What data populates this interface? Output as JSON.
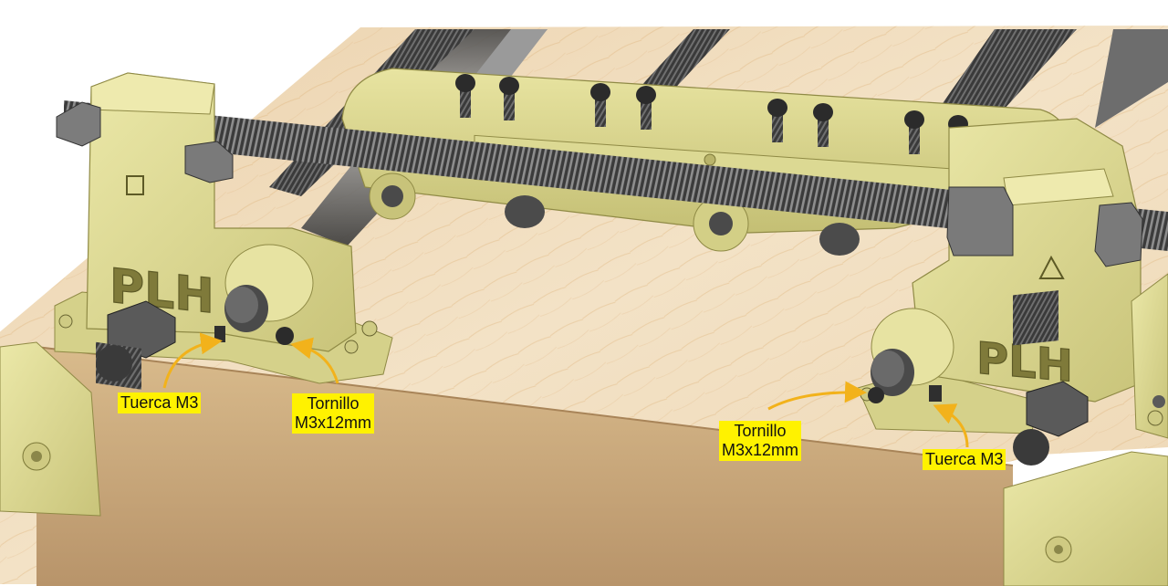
{
  "colors": {
    "background": "#ffffff",
    "wood_top": "#f0dcbb",
    "wood_side": "#c8a678",
    "printed_part": "#e2df97",
    "printed_part_shadow": "#bdb86c",
    "steel": "#8a8a8a",
    "screw_dark": "#2b2b2b",
    "callout_background": "#fff200",
    "arrow": "#f2b21b"
  },
  "engravings": {
    "left_logo": "PLH",
    "right_logo": "PLH",
    "left_symbol": "square",
    "right_symbol": "triangle"
  },
  "callouts": {
    "left_nut": "Tuerca M3",
    "left_screw_line1": "Tornillo",
    "left_screw_line2": "M3x12mm",
    "right_screw_line1": "Tornillo",
    "right_screw_line2": "M3x12mm",
    "right_nut": "Tuerca M3"
  }
}
